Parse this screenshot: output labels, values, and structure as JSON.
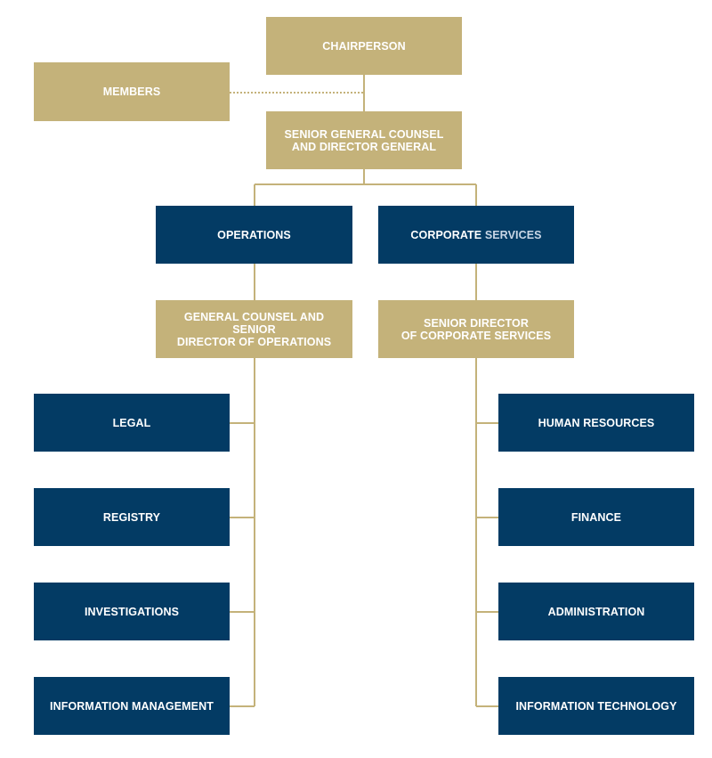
{
  "org_chart": {
    "chairperson": "CHAIRPERSON",
    "members": "MEMBERS",
    "senior_general_counsel": {
      "line1": "SENIOR GENERAL COUNSEL",
      "line2": "AND DIRECTOR GENERAL"
    },
    "operations": "OPERATIONS",
    "corporate_services": {
      "part1": "CORPORATE ",
      "part2": "SERVICES"
    },
    "general_counsel_ops": {
      "line1": "GENERAL COUNSEL AND SENIOR",
      "line2": "DIRECTOR OF OPERATIONS"
    },
    "senior_director_corporate": {
      "line1": "SENIOR DIRECTOR",
      "line2": "OF CORPORATE SERVICES"
    },
    "operations_units": [
      "LEGAL",
      "REGISTRY",
      "INVESTIGATIONS",
      "INFORMATION MANAGEMENT"
    ],
    "corporate_units": [
      "HUMAN RESOURCES",
      "FINANCE",
      "ADMINISTRATION",
      "INFORMATION TECHNOLOGY"
    ]
  },
  "colors": {
    "gold": "#c4b27a",
    "navy": "#033b64",
    "connector": "#c4b27a"
  }
}
